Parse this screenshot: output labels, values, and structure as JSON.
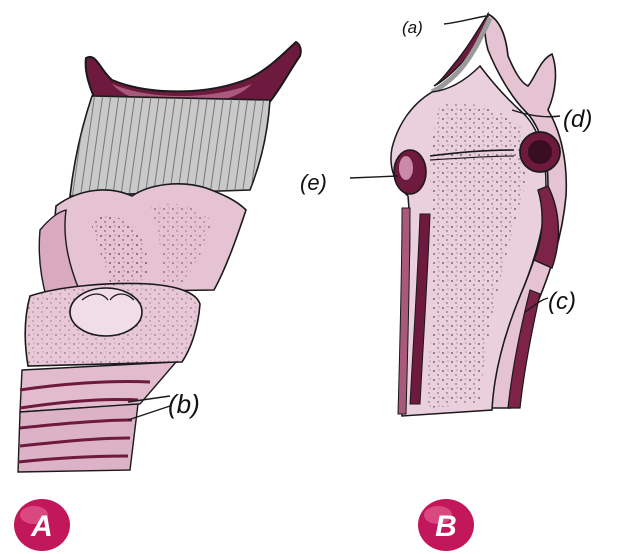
{
  "figures": [
    {
      "id": "A",
      "label": "A"
    },
    {
      "id": "B",
      "label": "B"
    }
  ],
  "callouts": {
    "a": "(a)",
    "b": "(b)",
    "c": "(c)",
    "d": "(d)",
    "e": "(e)"
  },
  "colors": {
    "tissue_pink": "#e6c3d3",
    "cartilage_pink": "#d9a9c0",
    "deep_maroon": "#6d1a3e",
    "membrane_grey": "#c9c9c9",
    "badge_red": "#c2185b",
    "outline": "#1a1a1a"
  }
}
